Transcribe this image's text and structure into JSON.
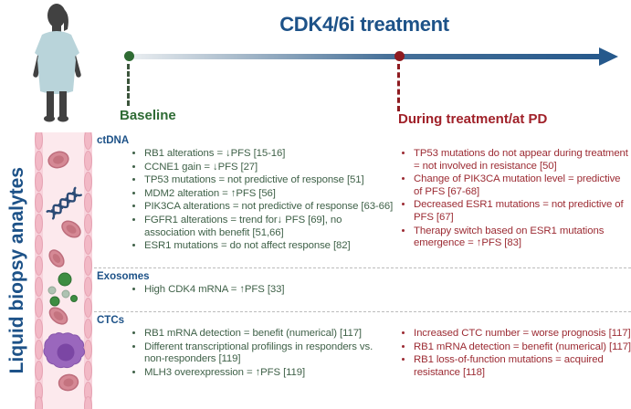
{
  "title": "CDK4/6i treatment",
  "timeline": {
    "baseline_label": "Baseline",
    "during_label": "During treatment/at PD"
  },
  "sidebar_label": "Liquid biopsy analytes",
  "colors": {
    "title_blue": "#1d5288",
    "timeline_blue": "#26598c",
    "baseline_green": "#2e6b34",
    "during_red": "#a02129",
    "bullet_green": "#3f6148",
    "bullet_red": "#9c2b33"
  },
  "icons": {
    "patient": "patient-illustration",
    "vessel": "blood-vessel-illustration",
    "dna": "dna-icon",
    "red_blood_cell": "red-blood-cell-icon",
    "exosomes": "exosome-cluster-icon",
    "ctc": "ctc-cell-icon"
  },
  "sections": [
    {
      "label": "ctDNA",
      "baseline": [
        "RB1 alterations = ↓PFS [15-16]",
        "CCNE1 gain = ↓PFS [27]",
        "TP53 mutations = not predictive of response [51]",
        "MDM2 alteration = ↑PFS [56]",
        "PIK3CA alterations = not predictive of response [63-66]",
        "FGFR1 alterations = trend for↓ PFS [69], no association with benefit [51,66]",
        "ESR1 mutations = do not affect response [82]"
      ],
      "during": [
        "TP53 mutations do not appear during treatment = not involved in resistance [50]",
        "Change of PIK3CA mutation level = predictive of PFS [67-68]",
        "Decreased ESR1 mutations = not predictive of PFS [67]",
        "Therapy switch based on ESR1 mutations emergence = ↑PFS [83]"
      ]
    },
    {
      "label": "Exosomes",
      "baseline": [
        "High CDK4 mRNA = ↑PFS [33]"
      ],
      "during": []
    },
    {
      "label": "CTCs",
      "baseline": [
        "RB1 mRNA detection = benefit (numerical) [117]",
        "Different transcriptional profilings in responders vs. non-responders [119]",
        "MLH3 overexpression = ↑PFS [119]"
      ],
      "during": [
        "Increased CTC number = worse prognosis [117]",
        "RB1 mRNA detection = benefit (numerical) [117]",
        "RB1 loss-of-function mutations = acquired resistance [118]"
      ]
    }
  ]
}
